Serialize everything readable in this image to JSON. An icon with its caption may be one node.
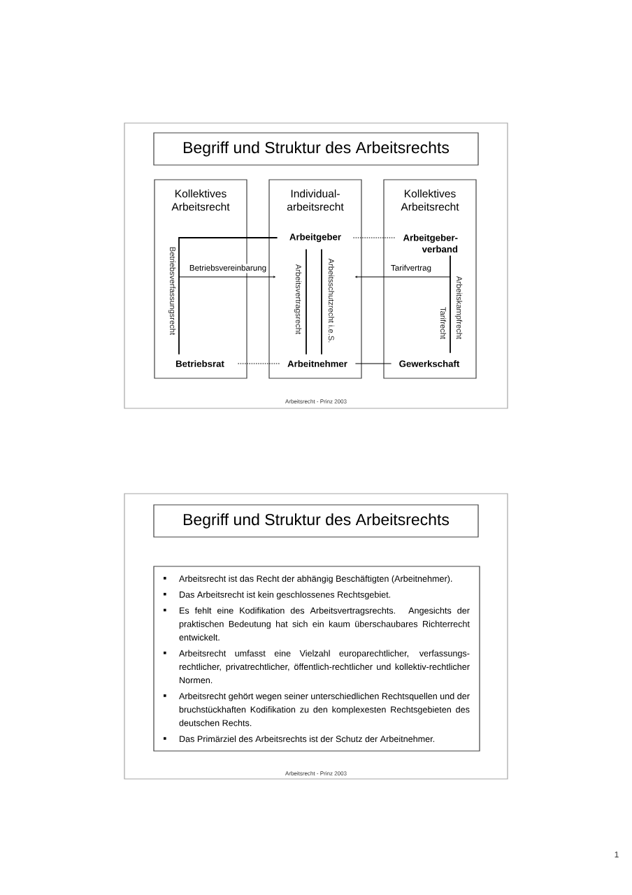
{
  "diagram": {
    "nodes": [
      {
        "text": [
          "Begriff und Struktur des Arbeitsrechts"
        ]
      },
      {
        "text": [
          "Kollektives Arbeitsrecht"
        ]
      },
      {
        "text": [
          "Individual-arbeitsrecht"
        ]
      },
      {
        "text": [
          "Kollektives Arbeitsrecht"
        ]
      },
      {
        "text": [
          "Arbeitgeber"
        ],
        "in": 2
      },
      {
        "text": [
          "Arbeitgeber-verband"
        ],
        "in": 3
      },
      {
        "text": [
          "Betriebsrat"
        ],
        "in": 1
      },
      {
        "text": [
          "Arbeitnehmer"
        ],
        "in": 2
      },
      {
        "text": [
          "Gewerkschaft"
        ],
        "in": 3
      },
      {
        "text": [
          "Betriebsverfassungsrecht"
        ],
        "in": 1
      },
      {
        "text": [
          "Arbeitsvertragsrecht"
        ],
        "in": 2
      },
      {
        "text": [
          "Arbeitsschutzrecht i.e.S."
        ],
        "in": 2
      },
      {
        "text": [
          "Tarifrecht"
        ],
        "in": 3
      },
      {
        "text": [
          "Arbeitskampfrecht"
        ],
        "in": 3
      },
      {
        "text": [
          "Begriff und Struktur des Arbeitsrechts"
        ]
      },
      {
        "text": [
          "Arbeitsrecht ist das Recht der abhängig Beschäftigten (Arbeitnehmer).",
          "Das Arbeitsrecht ist kein geschlossenes Rechtsgebiet.",
          "Es fehlt eine Kodifikation des Arbeitsvertragsrechts. Angesichts der praktischen Bedeutung hat sich ein kaum überschaubares Richterrecht entwickelt.",
          "Arbeitsrecht umfasst eine Vielzahl europarechtlicher, verfassungs-rechtlicher, privatrechtlicher, öffentlich-rechtlicher und kollektiv-rechtlicher Normen.",
          "Arbeitsrecht gehört wegen seiner unterschiedlichen Rechtsquellen und der bruchstückhaften Kodifikation zu den komplexesten Rechtsgebieten des deutschen Rechts.",
          "Das Primärziel des Arbeitsrechts ist der Schutz der Arbeitnehmer."
        ]
      }
    ],
    "edges": [
      {
        "from": 4,
        "to": 5,
        "arrow": "none",
        "style": "dashed"
      },
      {
        "from": 6,
        "to": 7,
        "arrow": "none",
        "style": "dashed"
      },
      {
        "from": 7,
        "to": 8,
        "arrow": "none"
      },
      {
        "from": 4,
        "to": 6,
        "arrow": "none"
      },
      {
        "from": 4,
        "to": 7,
        "arrow": "none"
      },
      {
        "from": 4,
        "to": 7,
        "arrow": "none"
      },
      {
        "from": 5,
        "to": 8,
        "arrow": "none"
      },
      {
        "from": 9,
        "to": 2,
        "arrow": "to",
        "label": "Betriebsvereinbarung"
      },
      {
        "from": 13,
        "to": 2,
        "arrow": "to",
        "label": "Tarifvertrag"
      }
    ],
    "labels": [
      "Arbeitsrecht - Prinz 2003",
      "Arbeitsrecht - Prinz 2003",
      "1"
    ]
  }
}
